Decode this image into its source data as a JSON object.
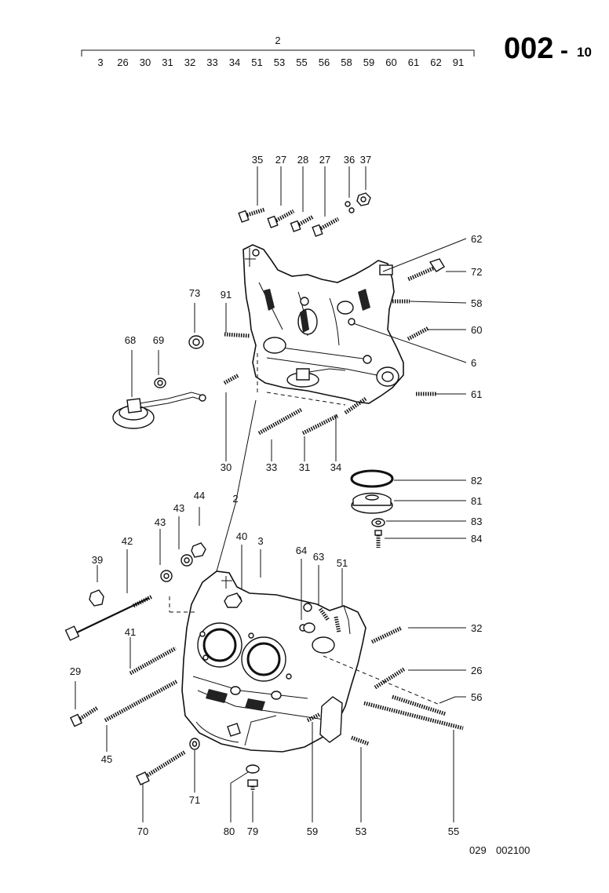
{
  "page_number": {
    "main": "002",
    "dash": "-",
    "sub": "10"
  },
  "header": {
    "group_label": "2",
    "items": [
      "3",
      "26",
      "30",
      "31",
      "32",
      "33",
      "34",
      "51",
      "53",
      "55",
      "56",
      "58",
      "59",
      "60",
      "61",
      "62",
      "91"
    ]
  },
  "document_code": {
    "prefix": "029",
    "number": "002100"
  },
  "callouts": {
    "c35": "35",
    "c27a": "27",
    "c28": "28",
    "c27b": "27",
    "c36": "36",
    "c37": "37",
    "c62": "62",
    "c72": "72",
    "c58": "58",
    "c60": "60",
    "c6": "6",
    "c61": "61",
    "c73": "73",
    "c91": "91",
    "c68": "68",
    "c69": "69",
    "c30": "30",
    "c33": "33",
    "c31": "31",
    "c34": "34",
    "c82": "82",
    "c81": "81",
    "c83": "83",
    "c84": "84",
    "c2": "2",
    "c43a": "43",
    "c44": "44",
    "c43b": "43",
    "c42": "42",
    "c39": "39",
    "c40": "40",
    "c3": "3",
    "c64": "64",
    "c63": "63",
    "c51": "51",
    "c32": "32",
    "c41": "41",
    "c26": "26",
    "c29": "29",
    "c56": "56",
    "c45": "45",
    "c71": "71",
    "c70": "70",
    "c80": "80",
    "c79": "79",
    "c59": "59",
    "c53": "53",
    "c55": "55"
  }
}
